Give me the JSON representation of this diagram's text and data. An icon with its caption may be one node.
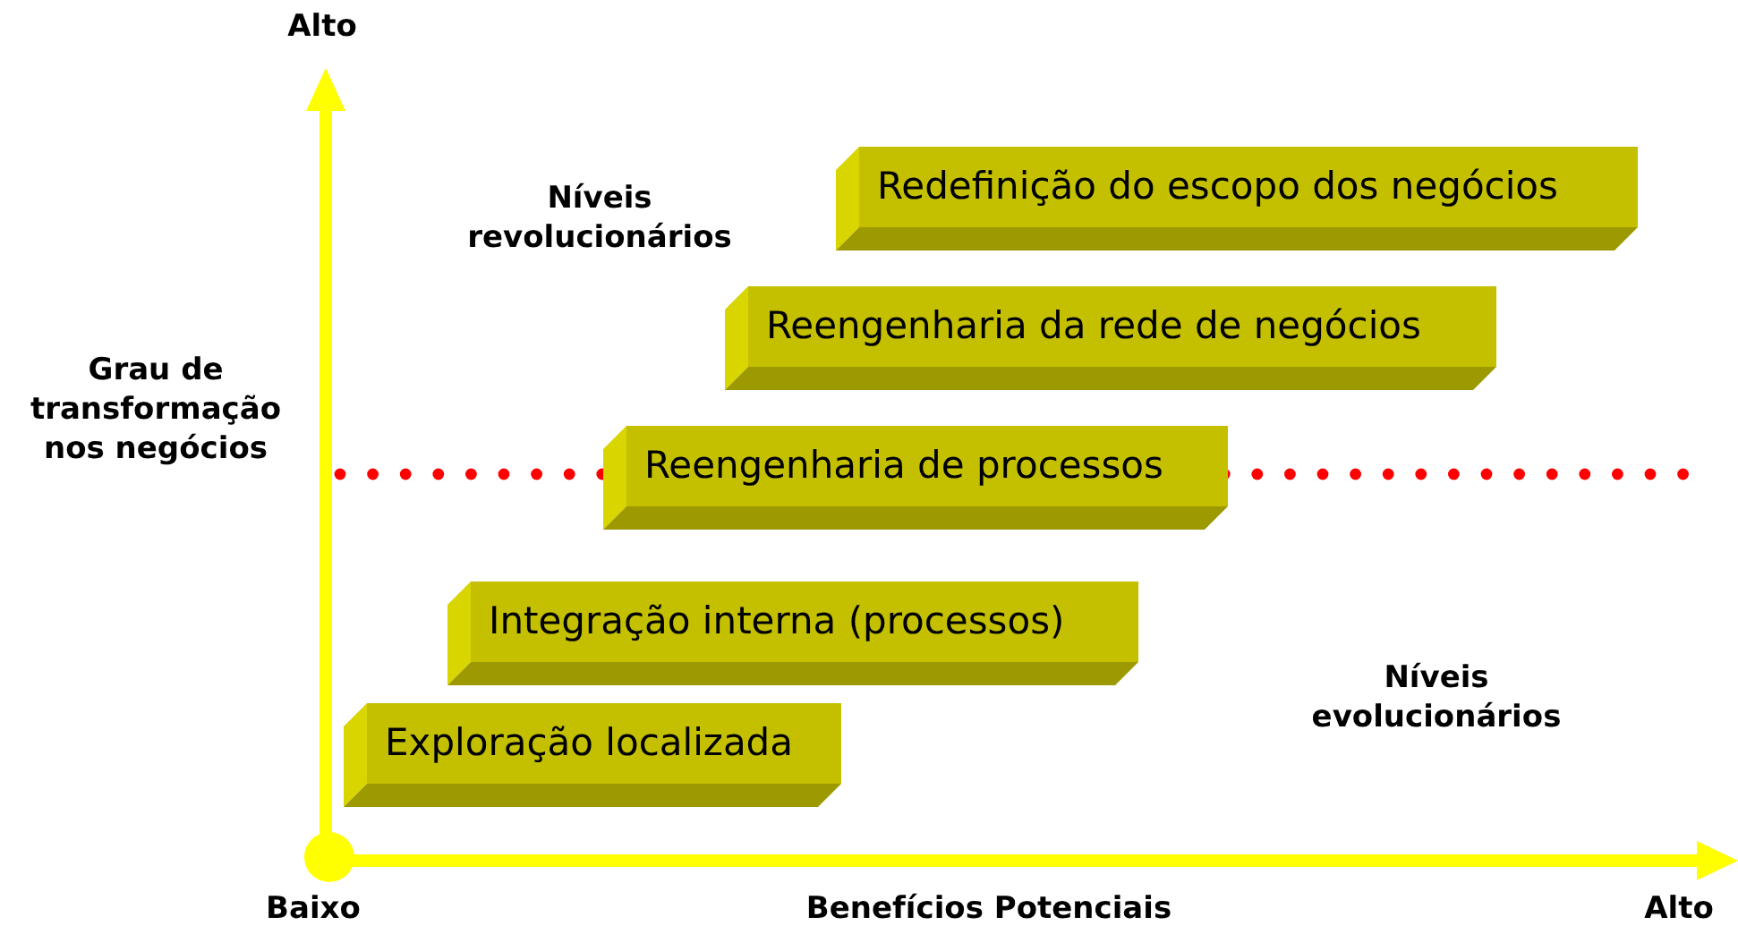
{
  "diagram": {
    "nodes": [
      {
        "text": [
          "Redefinição do escopo dos negócios"
        ]
      },
      {
        "text": [
          "Reengenharia da rede de negócios"
        ]
      },
      {
        "text": [
          "Reengenharia de processos"
        ]
      },
      {
        "text": [
          "Integração interna (processos)"
        ]
      },
      {
        "text": [
          "Exploração localizada"
        ]
      }
    ],
    "labels": [
      "Alto",
      "Níveis revolucionários",
      "Grau de transformação nos negócios",
      "Níveis evolucionários",
      "Baixo",
      "Benefícios Potenciais",
      "Alto"
    ]
  }
}
